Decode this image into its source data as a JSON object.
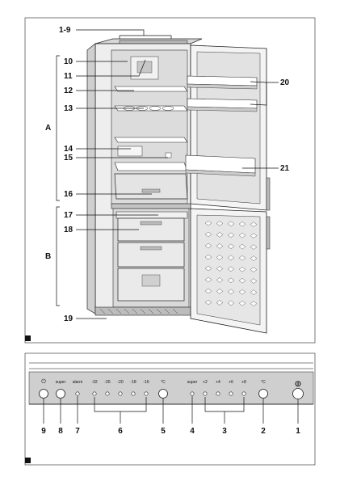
{
  "figure1": {
    "labels": {
      "l1_9": "1-9",
      "l10": "10",
      "l11": "11",
      "l12": "12",
      "l13": "13",
      "l14": "14",
      "l15": "15",
      "l16": "16",
      "l17": "17",
      "l18": "18",
      "l19": "19",
      "l20": "20",
      "l21": "21",
      "zoneA": "A",
      "zoneB": "B"
    }
  },
  "figure2": {
    "controls": {
      "power": "⏻",
      "super_left": "super",
      "alarm": "alarm",
      "t1": "-32",
      "t2": "-26",
      "t3": "-20",
      "t4": "-18",
      "t5": "-16",
      "celsius_left": "°C",
      "super_right": "super",
      "p1": "+2",
      "p2": "+4",
      "p3": "+6",
      "p4": "+8",
      "celsius_right": "°C",
      "key": "⏼"
    },
    "numbers": {
      "n9": "9",
      "n8": "8",
      "n7": "7",
      "n6": "6",
      "n5": "5",
      "n4": "4",
      "n3": "3",
      "n2": "2",
      "n1": "1"
    }
  }
}
